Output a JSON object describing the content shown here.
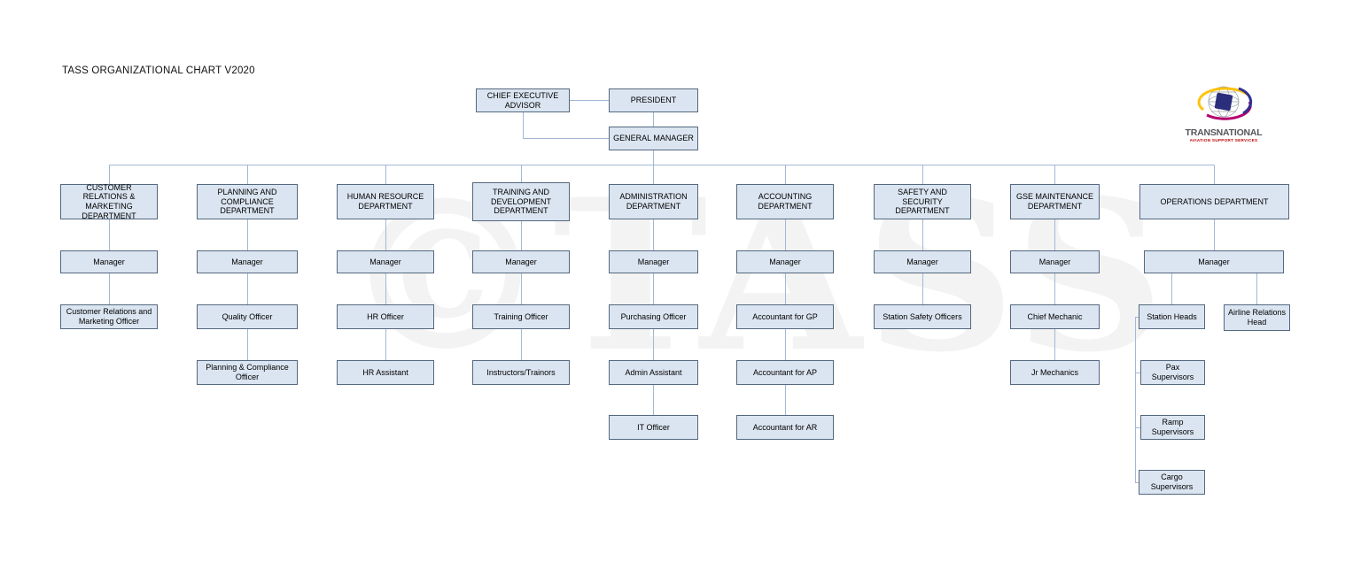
{
  "page_title": "TASS ORGANIZATIONAL CHART V2020",
  "watermark": "©TASS",
  "logo": {
    "name": "TRANSNATIONAL",
    "tagline": "AVIATION SUPPORT SERVICES"
  },
  "colors": {
    "node_fill": "#dbe5f1",
    "node_border": "#54687e",
    "connector": "#a3b8d4",
    "tagline_red": "#c00000"
  },
  "executive": {
    "chief_executive_advisor": "CHIEF EXECUTIVE ADVISOR",
    "president": "PRESIDENT",
    "general_manager": "GENERAL MANAGER"
  },
  "departments": [
    {
      "name": "CUSTOMER RELATIONS & MARKETING DEPARTMENT",
      "chain": [
        "Manager",
        "Customer Relations and Marketing Officer"
      ]
    },
    {
      "name": "PLANNING AND COMPLIANCE DEPARTMENT",
      "chain": [
        "Manager",
        "Quality Officer",
        "Planning & Compliance Officer"
      ]
    },
    {
      "name": "HUMAN RESOURCE DEPARTMENT",
      "chain": [
        "Manager",
        "HR Officer",
        "HR Assistant"
      ]
    },
    {
      "name": "TRAINING AND DEVELOPMENT DEPARTMENT",
      "chain": [
        "Manager",
        "Training Officer",
        "Instructors/Trainors"
      ]
    },
    {
      "name": "ADMINISTRATION DEPARTMENT",
      "chain": [
        "Manager",
        "Purchasing Officer",
        "Admin Assistant",
        "IT Officer"
      ]
    },
    {
      "name": "ACCOUNTING DEPARTMENT",
      "chain": [
        "Manager",
        "Accountant for GP",
        "Accountant for AP",
        "Accountant for AR"
      ]
    },
    {
      "name": "SAFETY AND SECURITY DEPARTMENT",
      "chain": [
        "Manager",
        "Station Safety Officers"
      ]
    },
    {
      "name": "GSE MAINTENANCE DEPARTMENT",
      "chain": [
        "Manager",
        "Chief Mechanic",
        "Jr Mechanics"
      ]
    },
    {
      "name": "OPERATIONS DEPARTMENT",
      "chain": [
        "Manager"
      ],
      "branches": {
        "left": [
          "Station Heads",
          "Pax Supervisors",
          "Ramp Supervisors",
          "Cargo Supervisors"
        ],
        "right": [
          "Airline Relations Head"
        ]
      }
    }
  ]
}
